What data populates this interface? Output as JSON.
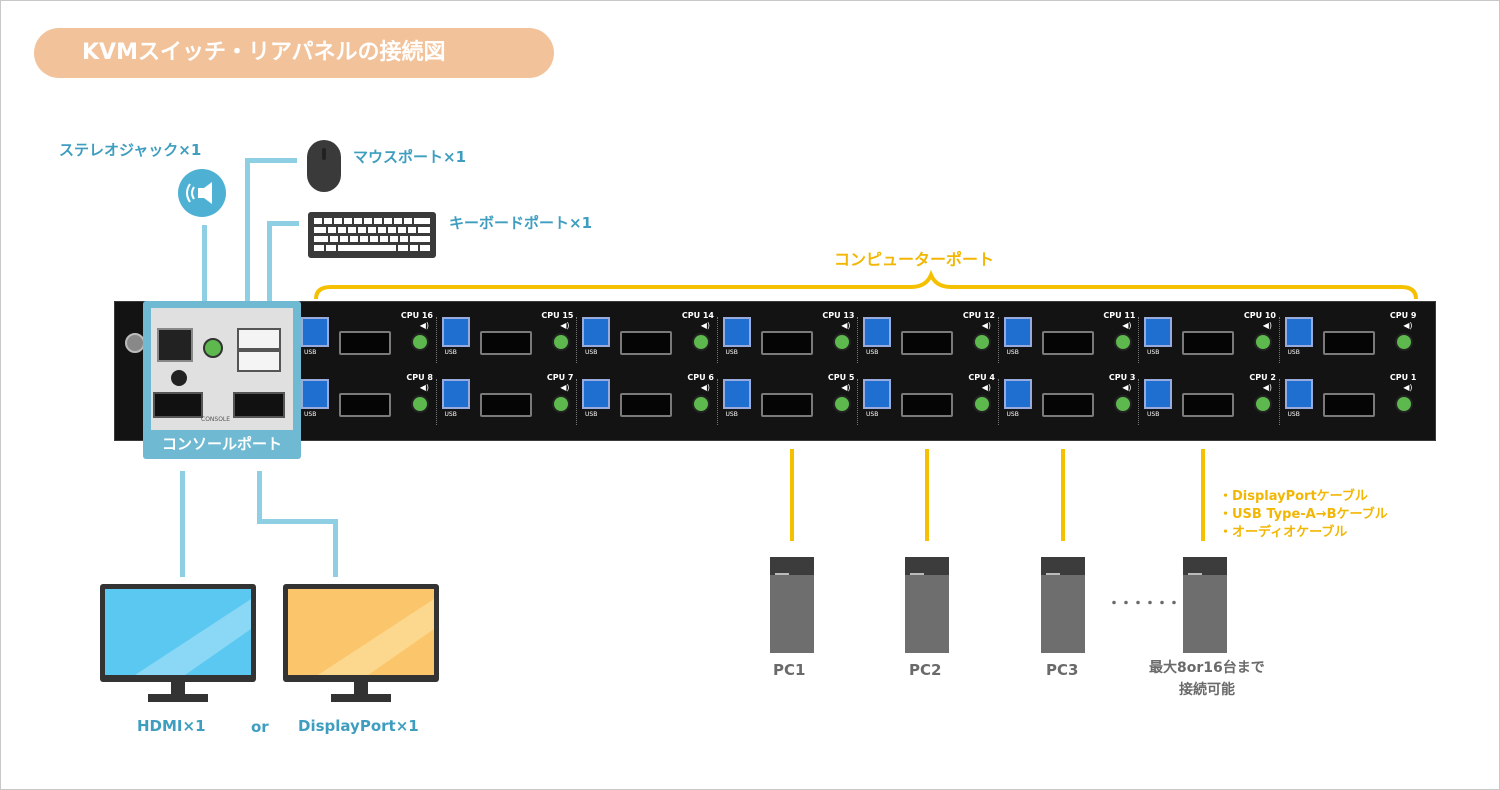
{
  "title": "KVMスイッチ・リアパネルの接続図",
  "labels": {
    "stereo_jack": "ステレオジャック×1",
    "mouse_port": "マウスポート×1",
    "keyboard_port": "キーボードポート×1",
    "computer_ports": "コンピューターポート",
    "console_port": "コンソールポート",
    "hdmi": "HDMI×1",
    "or": "or",
    "displayport": "DisplayPort×1"
  },
  "cables": [
    "・DisplayPortケーブル",
    "・USB Type-A→Bケーブル",
    "・オーディオケーブル"
  ],
  "pcs": [
    "PC1",
    "PC2",
    "PC3"
  ],
  "dots": "・・・・・・",
  "max_note": [
    "最大8or16台まで",
    "接続可能"
  ],
  "cpu_top": [
    "CPU 16",
    "CPU 15",
    "CPU 14",
    "CPU 13",
    "CPU 12",
    "CPU 11",
    "CPU 10",
    "CPU 9"
  ],
  "cpu_bottom": [
    "CPU 8",
    "CPU 7",
    "CPU 6",
    "CPU 5",
    "CPU 4",
    "CPU 3",
    "CPU 2",
    "CPU 1"
  ],
  "usb_label": "USB",
  "console_inner_label": "CONSOLE",
  "colors": {
    "title_bg": "#f2c39b",
    "accent_blue": "#3f9ec0",
    "accent_yellow": "#f2b705",
    "monitor_blue": "#5ac8f0",
    "monitor_yellow": "#fbc66b"
  }
}
